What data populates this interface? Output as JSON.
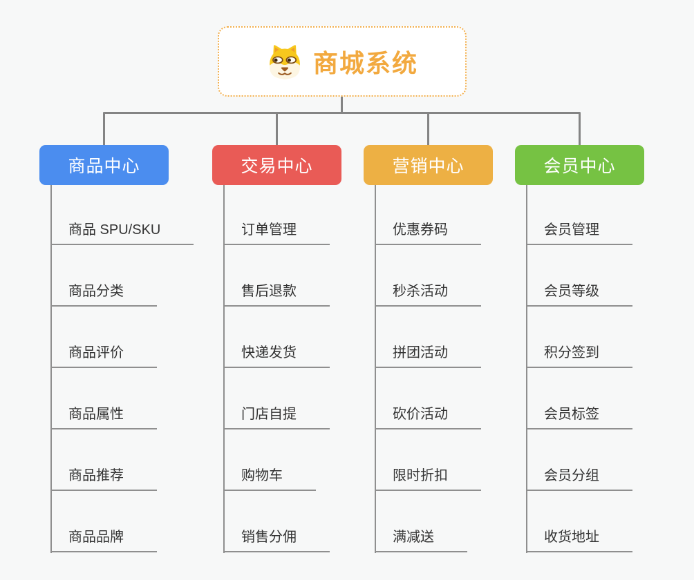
{
  "page": {
    "background": "#f7f8f8"
  },
  "root": {
    "title": "商城系统",
    "icon": "dog-face-icon",
    "border_color": "#f3b04f",
    "title_color": "#f2a93f"
  },
  "connector_color": "#848484",
  "leaf_line_color": "#8f8f8f",
  "branches": [
    {
      "label": "商品中心",
      "color": "#4b8def",
      "children": [
        "商品 SPU/SKU",
        "商品分类",
        "商品评价",
        "商品属性",
        "商品推荐",
        "商品品牌"
      ]
    },
    {
      "label": "交易中心",
      "color": "#e95b56",
      "children": [
        "订单管理",
        "售后退款",
        "快递发货",
        "门店自提",
        "购物车",
        "销售分佣"
      ]
    },
    {
      "label": "营销中心",
      "color": "#edb044",
      "children": [
        "优惠券码",
        "秒杀活动",
        "拼团活动",
        "砍价活动",
        "限时折扣",
        "满减送"
      ]
    },
    {
      "label": "会员中心",
      "color": "#76c243",
      "children": [
        "会员管理",
        "会员等级",
        "积分签到",
        "会员标签",
        "会员分组",
        "收货地址"
      ]
    }
  ]
}
